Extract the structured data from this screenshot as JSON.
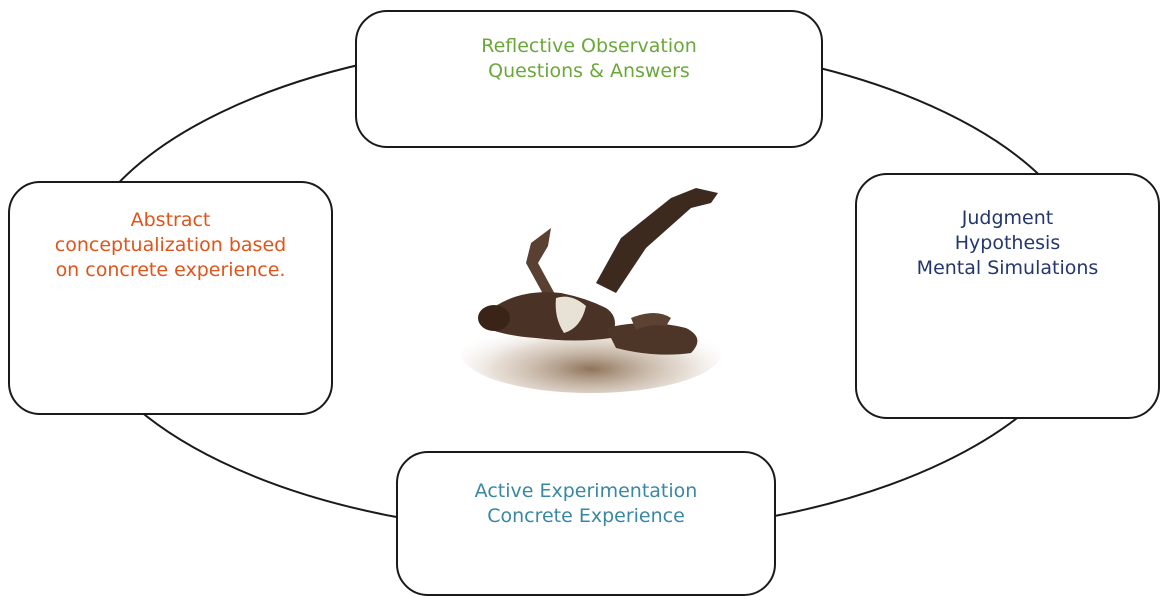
{
  "colors": {
    "reflective": "#6aa83a",
    "abstract": "#e0541a",
    "judgment": "#24366e",
    "active": "#3a87a3",
    "outline": "#1a1a1a"
  },
  "boxes": {
    "top": {
      "line1": "Reflective Observation",
      "line2": "Questions & Answers"
    },
    "left": {
      "line1": "Abstract",
      "line2": "conceptualization based",
      "line3": "on concrete experience."
    },
    "right": {
      "line1": "Judgment",
      "line2": "Hypothesis",
      "line3": "Mental Simulations"
    },
    "bottom": {
      "line1": "Active Experimentation",
      "line2": "Concrete Experience"
    }
  },
  "center_image": {
    "icon": "person-falling-photo-icon"
  }
}
